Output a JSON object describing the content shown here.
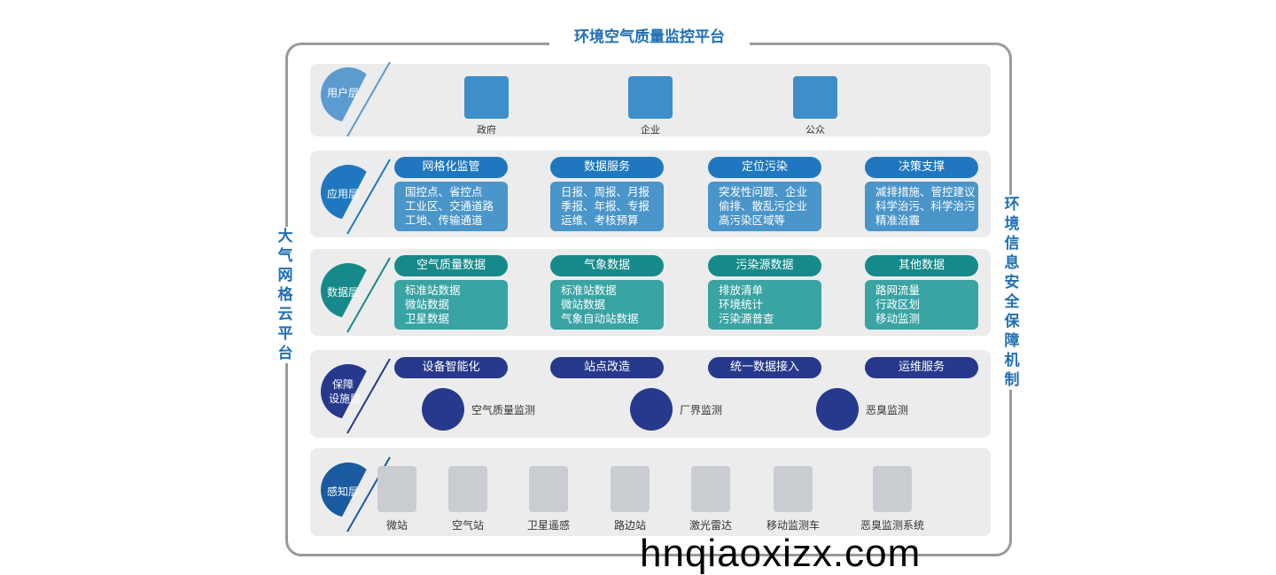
{
  "title": "环境空气质量监控平台",
  "left_title": "大气网格云平台",
  "right_title": "环境信息安全保障机制",
  "colors": {
    "user": "#5b9bd0",
    "app": "#1f78bf",
    "app_body": "#4a95c9",
    "data": "#168a8a",
    "data_body": "#3aa3a3",
    "support": "#27398c",
    "sense": "#1a5aa0"
  },
  "user_layer": {
    "label": "用户层",
    "items": [
      {
        "label": "政府",
        "icon": "house-icon"
      },
      {
        "label": "企业",
        "icon": "factory-icon"
      },
      {
        "label": "公众",
        "icon": "crowd-icon"
      }
    ]
  },
  "app_layer": {
    "label": "应用层",
    "columns": [
      {
        "title": "网格化监管",
        "lines": [
          "国控点、省控点",
          "工业区、交通道路",
          "工地、传输通道"
        ]
      },
      {
        "title": "数据服务",
        "lines": [
          "日报、周报、月报",
          "季报、年报、专报",
          "运维、考核预算"
        ]
      },
      {
        "title": "定位污染",
        "lines": [
          "突发性问题、企业",
          "偷排、散乱污企业",
          "高污染区域等"
        ]
      },
      {
        "title": "决策支撑",
        "lines": [
          "减排措施、管控建议",
          "科学治污、科学治污",
          "精准治霾"
        ]
      }
    ]
  },
  "data_layer": {
    "label": "数据层",
    "columns": [
      {
        "title": "空气质量数据",
        "lines": [
          "标准站数据",
          "微站数据",
          "卫星数据"
        ]
      },
      {
        "title": "气象数据",
        "lines": [
          "标准站数据",
          "微站数据",
          "气象自动站数据"
        ]
      },
      {
        "title": "污染源数据",
        "lines": [
          "排放清单",
          "环境统计",
          "污染源普查"
        ]
      },
      {
        "title": "其他数据",
        "lines": [
          "路网流量",
          "行政区划",
          "移动监测"
        ]
      }
    ]
  },
  "support_layer": {
    "label_1": "保障",
    "label_2": "设施层",
    "pills": [
      "设备智能化",
      "站点改造",
      "统一数据接入",
      "运维服务"
    ],
    "items": [
      {
        "label": "空气质量监测",
        "icon": "leaf-icon"
      },
      {
        "label": "厂界监测",
        "icon": "factory-icon"
      },
      {
        "label": "恶臭监测",
        "icon": "cloud-icon"
      }
    ]
  },
  "sense_layer": {
    "label": "感知层",
    "devices": [
      "微站",
      "空气站",
      "卫星遥感",
      "路边站",
      "激光雷达",
      "移动监测车",
      "恶臭监测系统"
    ]
  },
  "watermark": "hnqiaoxizx.com"
}
